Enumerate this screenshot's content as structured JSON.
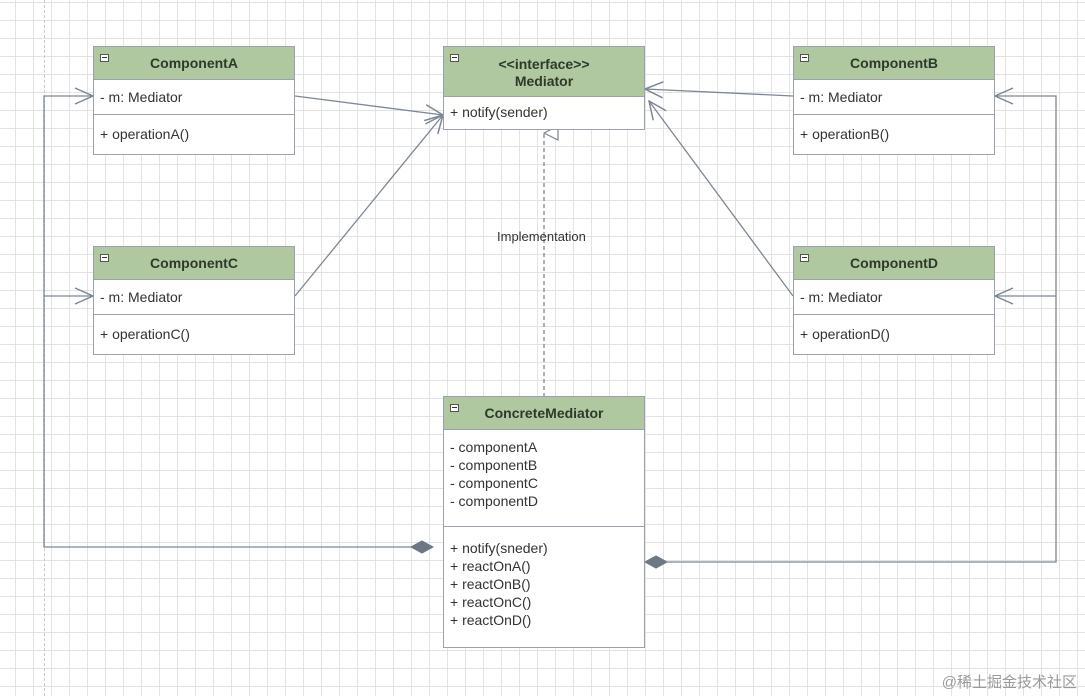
{
  "diagram": {
    "classes": {
      "componentA": {
        "name": "ComponentA",
        "attributes": [
          "- m: Mediator"
        ],
        "methods": [
          "+ operationA()"
        ]
      },
      "componentB": {
        "name": "ComponentB",
        "attributes": [
          "- m: Mediator"
        ],
        "methods": [
          "+ operationB()"
        ]
      },
      "componentC": {
        "name": "ComponentC",
        "attributes": [
          "- m: Mediator"
        ],
        "methods": [
          "+ operationC()"
        ]
      },
      "componentD": {
        "name": "ComponentD",
        "attributes": [
          "- m: Mediator"
        ],
        "methods": [
          "+ operationD()"
        ]
      },
      "mediator": {
        "stereotype": "<<interface>>",
        "name": "Mediator",
        "methods": [
          "+ notify(sender)"
        ]
      },
      "concreteMediator": {
        "name": "ConcreteMediator",
        "attributes": [
          "- componentA",
          "- componentB",
          "- componentC",
          "- componentD"
        ],
        "methods": [
          "+ notify(sneder)",
          "+ reactOnA()",
          "+ reactOnB()",
          "+ reactOnC()",
          "+ reactOnD()"
        ]
      }
    },
    "relations": {
      "implementation_label": "Implementation"
    }
  },
  "colors": {
    "header_fill": "#b0c8a0",
    "border": "#9aa2ad",
    "line": "#7d8795"
  },
  "watermark": "@稀土掘金技术社区"
}
